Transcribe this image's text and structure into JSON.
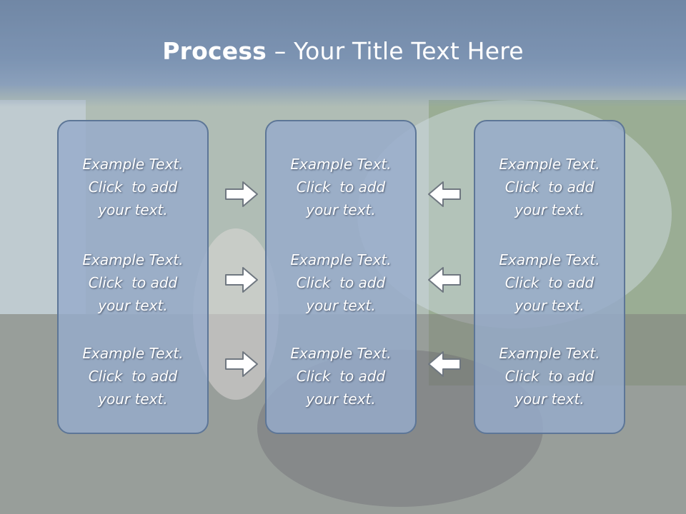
{
  "slide": {
    "title_bold": "Process",
    "title_rest": " – Your Title Text Here"
  },
  "columns": [
    {
      "items": [
        "Example Text.\nClick  to add\nyour text.",
        "Example Text.\nClick  to add\nyour text.",
        "Example Text.\nClick  to add\nyour text."
      ]
    },
    {
      "items": [
        "Example Text.\nClick  to add\nyour text.",
        "Example Text.\nClick  to add\nyour text.",
        "Example Text.\nClick  to add\nyour text."
      ]
    },
    {
      "items": [
        "Example Text.\nClick  to add\nyour text.",
        "Example Text.\nClick  to add\nyour text.",
        "Example Text.\nClick  to add\nyour text."
      ]
    }
  ],
  "arrows": {
    "left_group": "arrow-right-icon",
    "right_group": "arrow-left-icon"
  },
  "colors": {
    "header": "#4f6a8e",
    "panel_fill": "#96abcb",
    "panel_border": "#5d7697",
    "arrow_fill": "#ffffff",
    "arrow_stroke": "#6f7780"
  }
}
